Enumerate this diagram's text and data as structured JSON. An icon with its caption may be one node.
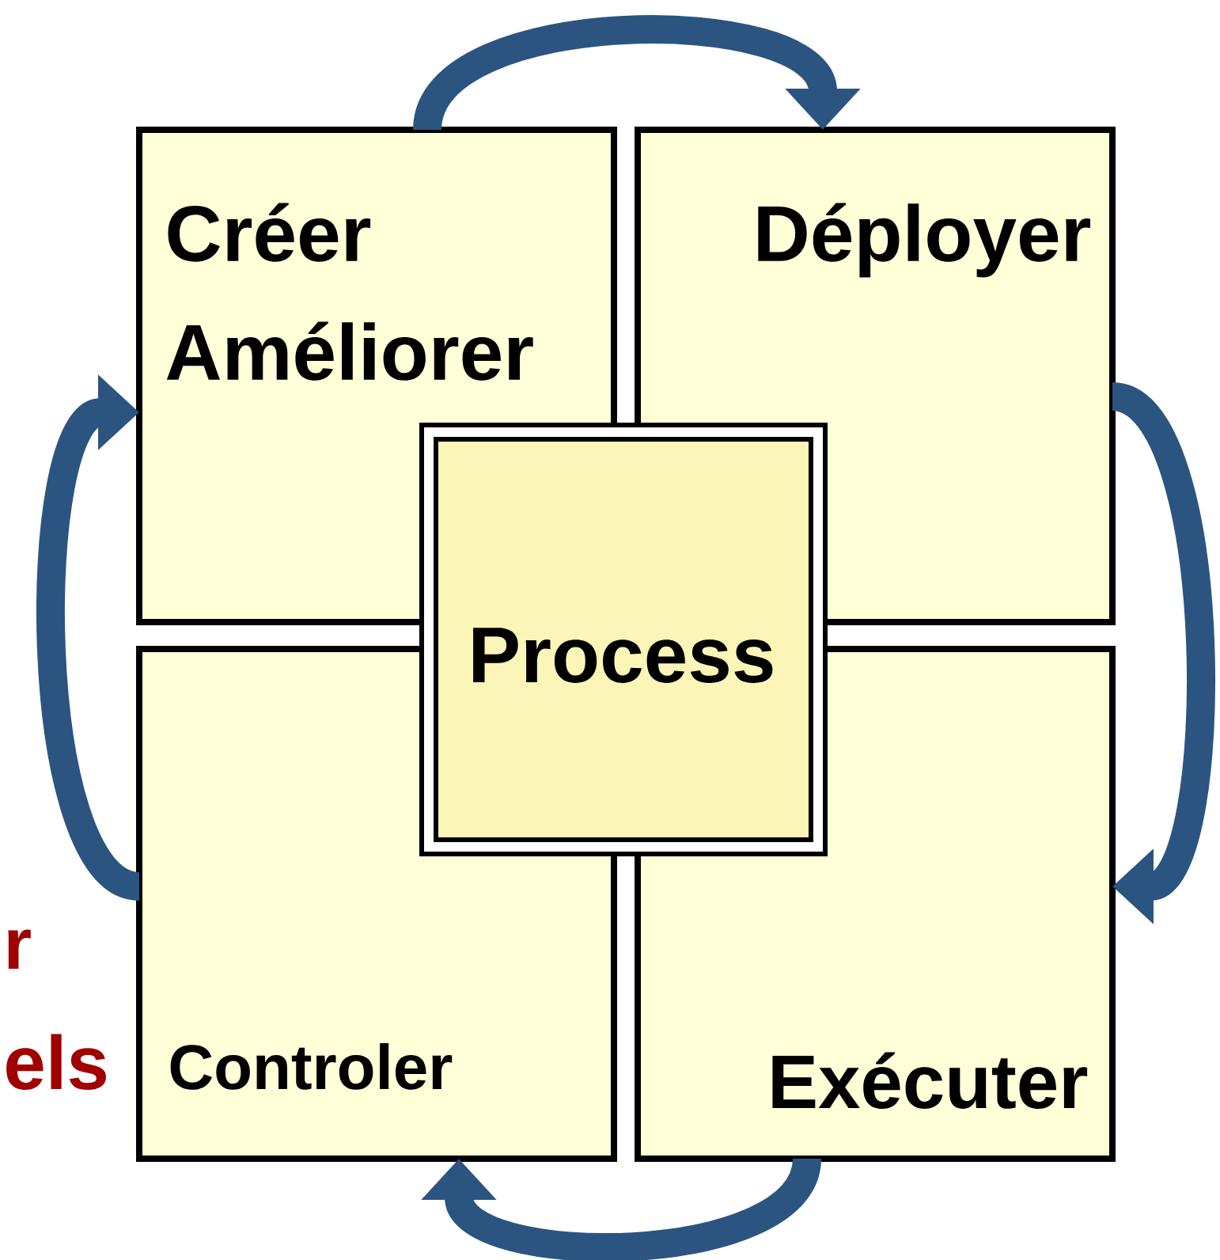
{
  "diagram": {
    "nodes": [
      {
        "text": [
          "Créer Améliorer"
        ]
      },
      {
        "text": [
          "Déployer"
        ]
      },
      {
        "text": [
          "Process"
        ]
      },
      {
        "text": [
          "Controler"
        ]
      },
      {
        "text": [
          "Exécuter"
        ]
      }
    ],
    "edges": [
      {
        "from": 0,
        "to": 1,
        "arrow": "to"
      },
      {
        "from": 1,
        "to": 4,
        "arrow": "to"
      },
      {
        "from": 4,
        "to": 3,
        "arrow": "to"
      },
      {
        "from": 3,
        "to": 0,
        "arrow": "to"
      }
    ],
    "labels": [
      "r",
      "els"
    ]
  }
}
